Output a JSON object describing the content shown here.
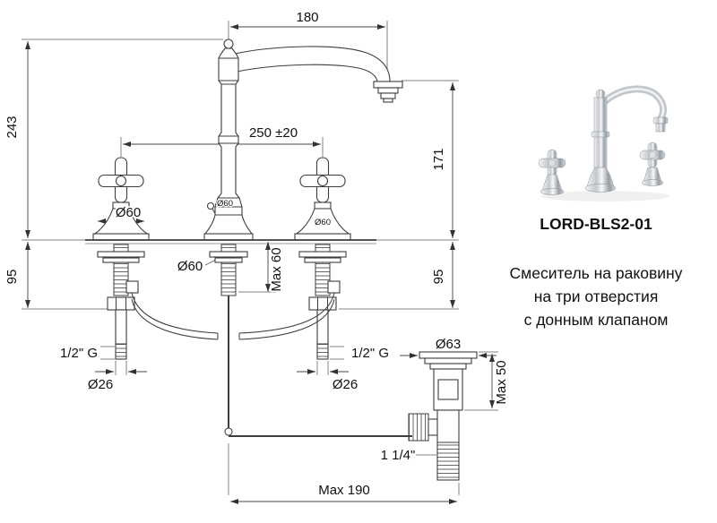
{
  "product": {
    "code": "LORD-BLS2-01",
    "description_line1": "Смеситель на раковину",
    "description_line2": "на три отверстия",
    "description_line3": "с донным клапаном"
  },
  "dims": {
    "spout_reach": "180",
    "total_height": "243",
    "handle_spacing": "250 ±20",
    "spout_height": "171",
    "left_handle_diameter": "Ø60",
    "center_top_diameter": "Ø60",
    "right_handle_diameter": "Ø60",
    "center_body_diameter": "Ø60",
    "deck_thickness_max": "Max 60",
    "left_shank_length": "95",
    "right_shank_length": "95",
    "left_thread": "1/2\" G",
    "right_thread": "1/2\" G",
    "left_pipe_diameter": "Ø26",
    "right_pipe_diameter": "Ø26",
    "drain_flange_diameter": "Ø63",
    "drain_height_max": "Max 50",
    "drain_thread": "1 1/4\"",
    "drain_offset_max": "Max 190"
  }
}
